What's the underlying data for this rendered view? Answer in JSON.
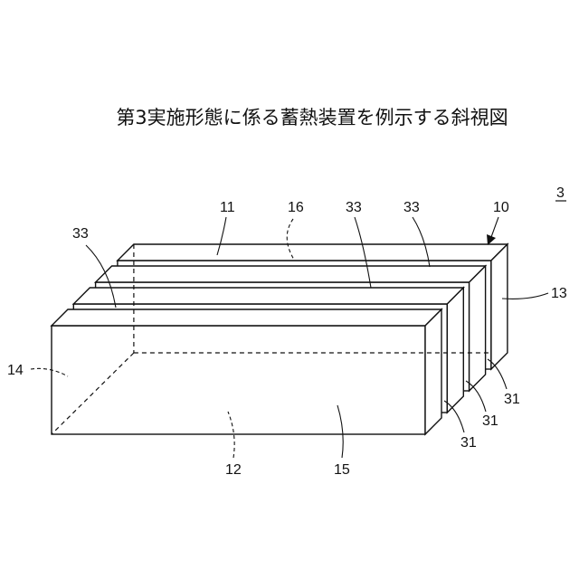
{
  "title": "第3実施形態に係る蓄熱装置を例示する斜視図",
  "figure_number": "3",
  "labels": {
    "top_face": "11",
    "dashed_top": "16",
    "layer_a": "33",
    "layer_b": "33",
    "device": "10",
    "layer_left": "33",
    "right_side": "13",
    "left_side": "14",
    "gap_top": "31",
    "gap_middle": "31",
    "gap_bottom": "31",
    "bottom_face": "12",
    "front_face": "15"
  }
}
